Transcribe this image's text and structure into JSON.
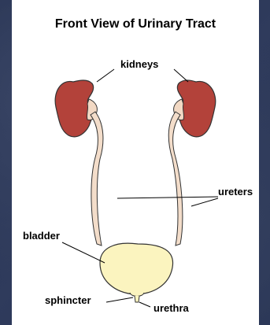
{
  "title": "Front View of Urinary Tract",
  "labels": {
    "kidneys": "kidneys",
    "ureters": "ureters",
    "bladder": "bladder",
    "sphincter": "sphincter",
    "urethra": "urethra"
  },
  "colors": {
    "kidney_fill": "#b3423a",
    "kidney_hilum": "#f2d9c4",
    "ureter_fill": "#f3ddca",
    "bladder_fill": "#fbf4bf",
    "outline": "#333333",
    "page_bg": "#2e3a5a",
    "card_bg": "#ffffff"
  }
}
